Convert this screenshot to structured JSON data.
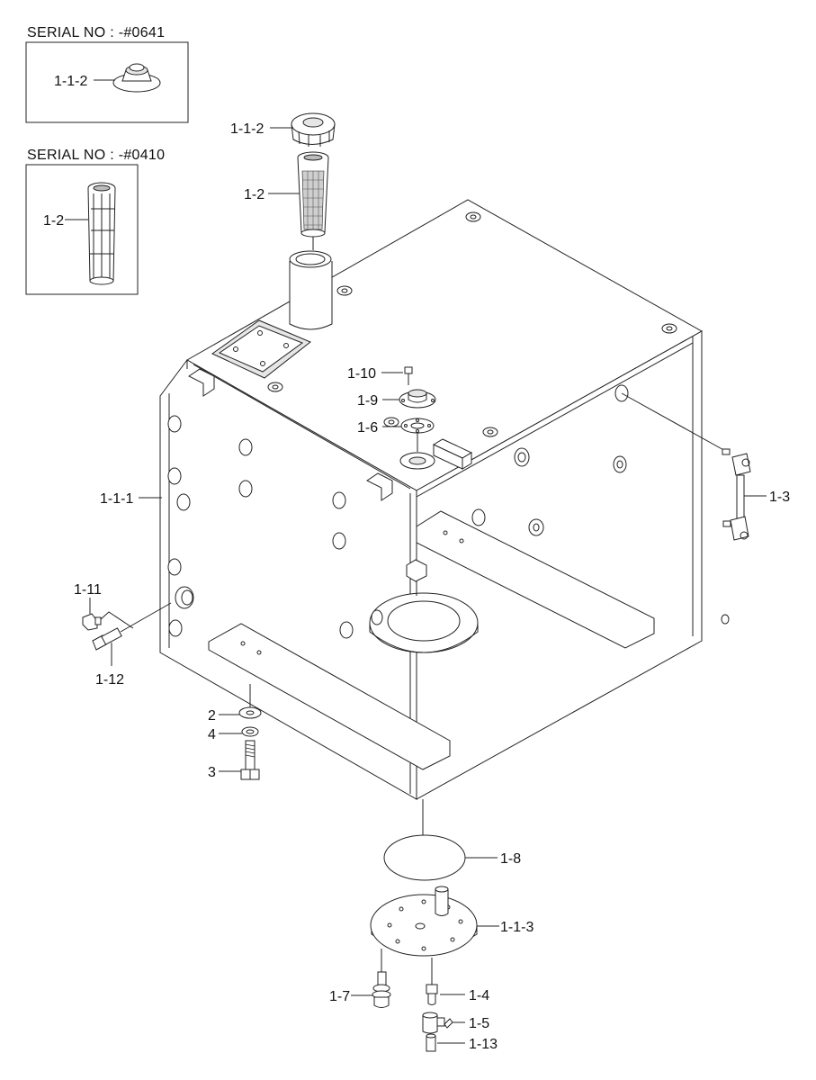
{
  "inset_top": {
    "header": "SERIAL NO : -#0641",
    "part_label": "1-1-2"
  },
  "inset_bottom": {
    "header": "SERIAL NO : -#0410",
    "part_label": "1-2"
  },
  "callouts": {
    "cap": "1-1-2",
    "strainer": "1-2",
    "bolt_top": "1-10",
    "flange_top": "1-9",
    "gasket_top": "1-6",
    "tank": "1-1-1",
    "level_gauge": "1-3",
    "plug": "1-11",
    "fitting": "1-12",
    "washer_flat": "2",
    "washer_spring": "4",
    "mount_bolt": "3",
    "gasket_bottom": "1-8",
    "cover": "1-1-3",
    "cover_bolt": "1-7",
    "nipple": "1-4",
    "cock": "1-5",
    "drain": "1-13"
  }
}
